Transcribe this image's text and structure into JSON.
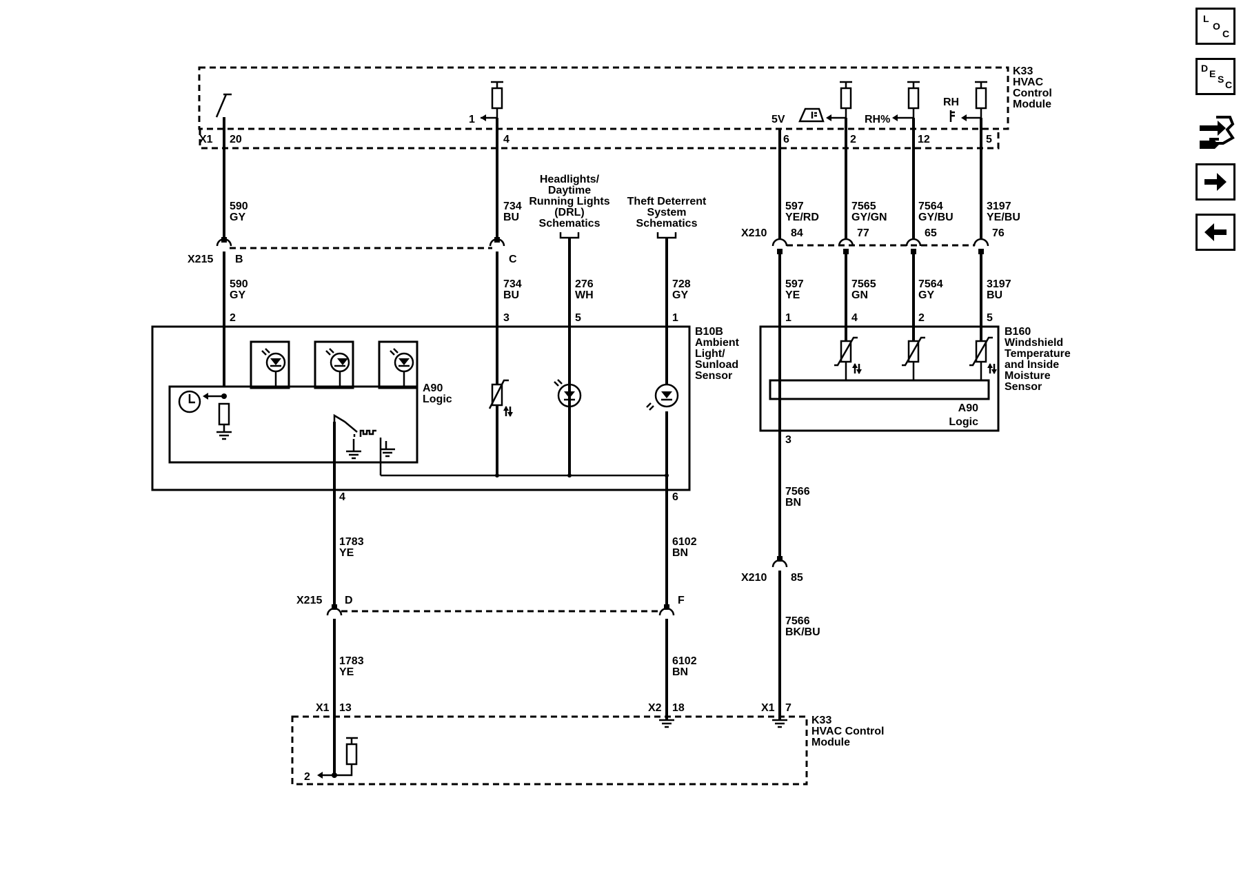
{
  "nav": {
    "loc": [
      "L",
      "O",
      "C"
    ],
    "desc": [
      "D",
      "E",
      "S",
      "C"
    ],
    "icons": [
      "loc-icon",
      "desc-icon",
      "connector-wrench-icon",
      "next-arrow-icon",
      "previous-arrow-icon"
    ]
  },
  "modules": {
    "k33_top": {
      "code": "K33",
      "name": [
        "HVAC",
        "Control",
        "Module"
      ]
    },
    "k33_bottom": {
      "code": "K33",
      "name": [
        "HVAC Control",
        "Module"
      ]
    },
    "b10b": {
      "code": "B10B",
      "name": [
        "Ambient",
        "Light/",
        "Sunload",
        "Sensor"
      ]
    },
    "b10b_logic": {
      "code": "A90",
      "name": "Logic"
    },
    "b160": {
      "code": "B160",
      "name": [
        "Windshield",
        "Temperature",
        "and Inside",
        "Moisture",
        "Sensor"
      ]
    },
    "b160_logic": {
      "code": "A90",
      "name": "Logic"
    }
  },
  "references": {
    "drl": [
      "Headlights/",
      "Daytime",
      "Running Lights",
      "(DRL)",
      "Schematics"
    ],
    "theft": [
      "Theft Deterrent",
      "System",
      "Schematics"
    ]
  },
  "signals": {
    "out_1": "1",
    "five_v": "5V",
    "rh_pct": "RH%",
    "rh": "RH",
    "out_2": "2"
  },
  "connectors": {
    "x1_top": "X1",
    "x215_top": "X215",
    "x210_top": "X210",
    "x210_bottom": "X210",
    "x215_bottom": "X215",
    "x1_b13": "X1",
    "x2_b18": "X2",
    "x1_b7": "X1"
  },
  "pins": {
    "k33_top": [
      "20",
      "4",
      "6",
      "2",
      "12",
      "5"
    ],
    "x215_top": [
      "B",
      "C"
    ],
    "x210_top": [
      "84",
      "77",
      "65",
      "76"
    ],
    "b10b_top": [
      "2",
      "3",
      "5",
      "1"
    ],
    "b160_top": [
      "1",
      "4",
      "2",
      "5"
    ],
    "b10b_bottom": [
      "4",
      "6"
    ],
    "b160_bottom": "3",
    "x210_bottom": "85",
    "x215_bottom": [
      "D",
      "F"
    ],
    "k33_bottom": [
      "13",
      "18",
      "7"
    ]
  },
  "wires": {
    "upper": [
      {
        "circuit": "590",
        "color": "GY"
      },
      {
        "circuit": "734",
        "color": "BU"
      },
      {
        "circuit": "597",
        "color": "YE/RD"
      },
      {
        "circuit": "7565",
        "color": "GY/GN"
      },
      {
        "circuit": "7564",
        "color": "GY/BU"
      },
      {
        "circuit": "3197",
        "color": "YE/BU"
      }
    ],
    "middle": [
      {
        "circuit": "590",
        "color": "GY"
      },
      {
        "circuit": "734",
        "color": "BU"
      },
      {
        "circuit": "276",
        "color": "WH"
      },
      {
        "circuit": "728",
        "color": "GY"
      },
      {
        "circuit": "597",
        "color": "YE"
      },
      {
        "circuit": "7565",
        "color": "GN"
      },
      {
        "circuit": "7564",
        "color": "GY"
      },
      {
        "circuit": "3197",
        "color": "BU"
      }
    ],
    "lower": [
      {
        "circuit": "1783",
        "color": "YE"
      },
      {
        "circuit": "6102",
        "color": "BN"
      },
      {
        "circuit": "7566",
        "color": "BN"
      }
    ],
    "bottom": [
      {
        "circuit": "1783",
        "color": "YE"
      },
      {
        "circuit": "6102",
        "color": "BN"
      },
      {
        "circuit": "7566",
        "color": "BK/BU"
      }
    ]
  }
}
